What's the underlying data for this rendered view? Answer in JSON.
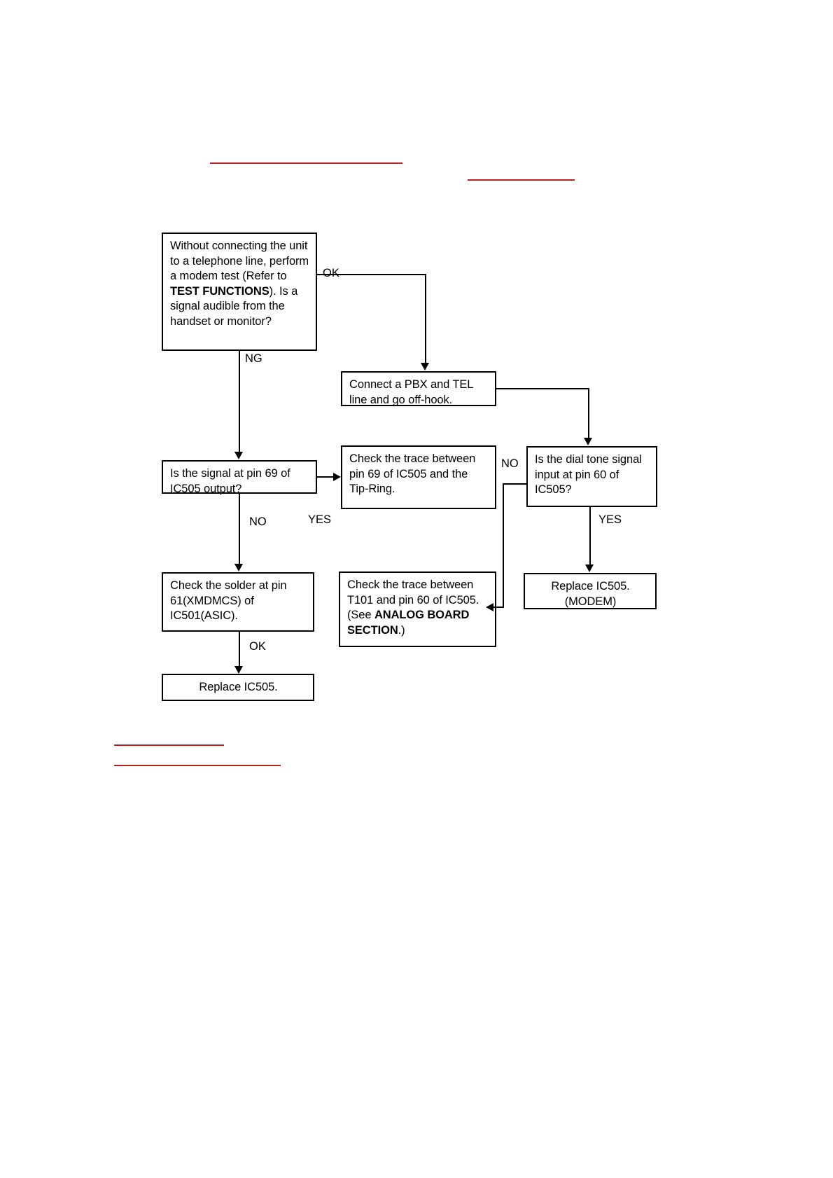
{
  "document": {
    "type": "troubleshooting-flowchart",
    "title": "Modem / Telephone line signal troubleshooting flowchart"
  },
  "rules": [
    {
      "name": "rule-top-1",
      "color": "#b32020"
    },
    {
      "name": "rule-top-2",
      "color": "#b32020"
    },
    {
      "name": "rule-bot-1",
      "color": "#b32020"
    },
    {
      "name": "rule-bot-2",
      "color": "#b32020"
    }
  ],
  "flow": {
    "boxes": {
      "modem_test": {
        "text_plain": "Without connecting the unit to a telephone line, perform a modem test (Refer to TEST FUNCTIONS). Is a signal audible from the handset or monitor?",
        "segments": [
          {
            "t": "Without connecting the unit to a telephone line, perform a modem test (Refer to ",
            "b": false
          },
          {
            "t": "TEST FUNCTIONS",
            "b": true
          },
          {
            "t": "). Is a signal audible from the handset or monitor?",
            "b": false
          }
        ]
      },
      "connect_pbx": {
        "text_plain": "Connect a PBX and TEL line and go off-hook.",
        "segments": [
          {
            "t": "Connect a PBX and TEL line and go off-hook.",
            "b": false
          }
        ]
      },
      "signal_pin69": {
        "text_plain": "Is the signal at pin 69 of IC505 output?",
        "segments": [
          {
            "t": "Is the signal at pin 69 of IC505 output?",
            "b": false
          }
        ]
      },
      "check_trace_69": {
        "text_plain": "Check the trace between pin 69 of IC505 and the Tip-Ring.",
        "segments": [
          {
            "t": "Check the trace between pin 69 of IC505 and the Tip-Ring.",
            "b": false
          }
        ]
      },
      "dial_tone": {
        "text_plain": "Is the dial tone signal input at pin 60 of IC505?",
        "segments": [
          {
            "t": "Is the dial tone signal input at pin 60 of IC505?",
            "b": false
          }
        ]
      },
      "check_solder": {
        "text_plain": "Check the solder at pin 61(XMDMCS) of IC501(ASIC).",
        "segments": [
          {
            "t": "Check the solder at pin 61(XMDMCS) of IC501(ASIC).",
            "b": false
          }
        ]
      },
      "check_trace_t101": {
        "text_plain": "Check the trace between T101 and pin 60 of IC505. (See ANALOG BOARD SECTION.)",
        "segments": [
          {
            "t": "Check the trace between T101 and pin 60 of IC505. (See ",
            "b": false
          },
          {
            "t": "ANALOG BOARD SECTION",
            "b": true
          },
          {
            "t": ".)",
            "b": false
          }
        ]
      },
      "replace_modem": {
        "text_plain": "Replace IC505. (MODEM)",
        "segments": [
          {
            "t": "Replace IC505.\n(MODEM)",
            "b": false
          }
        ]
      },
      "replace_ic505": {
        "text_plain": "Replace IC505.",
        "segments": [
          {
            "t": "Replace IC505.",
            "b": false
          }
        ]
      }
    },
    "labels": {
      "ok_1": "OK",
      "ng": "NG",
      "no_left": "NO",
      "yes_left": "YES",
      "no_right": "NO",
      "yes_right": "YES",
      "ok_2": "OK"
    }
  }
}
